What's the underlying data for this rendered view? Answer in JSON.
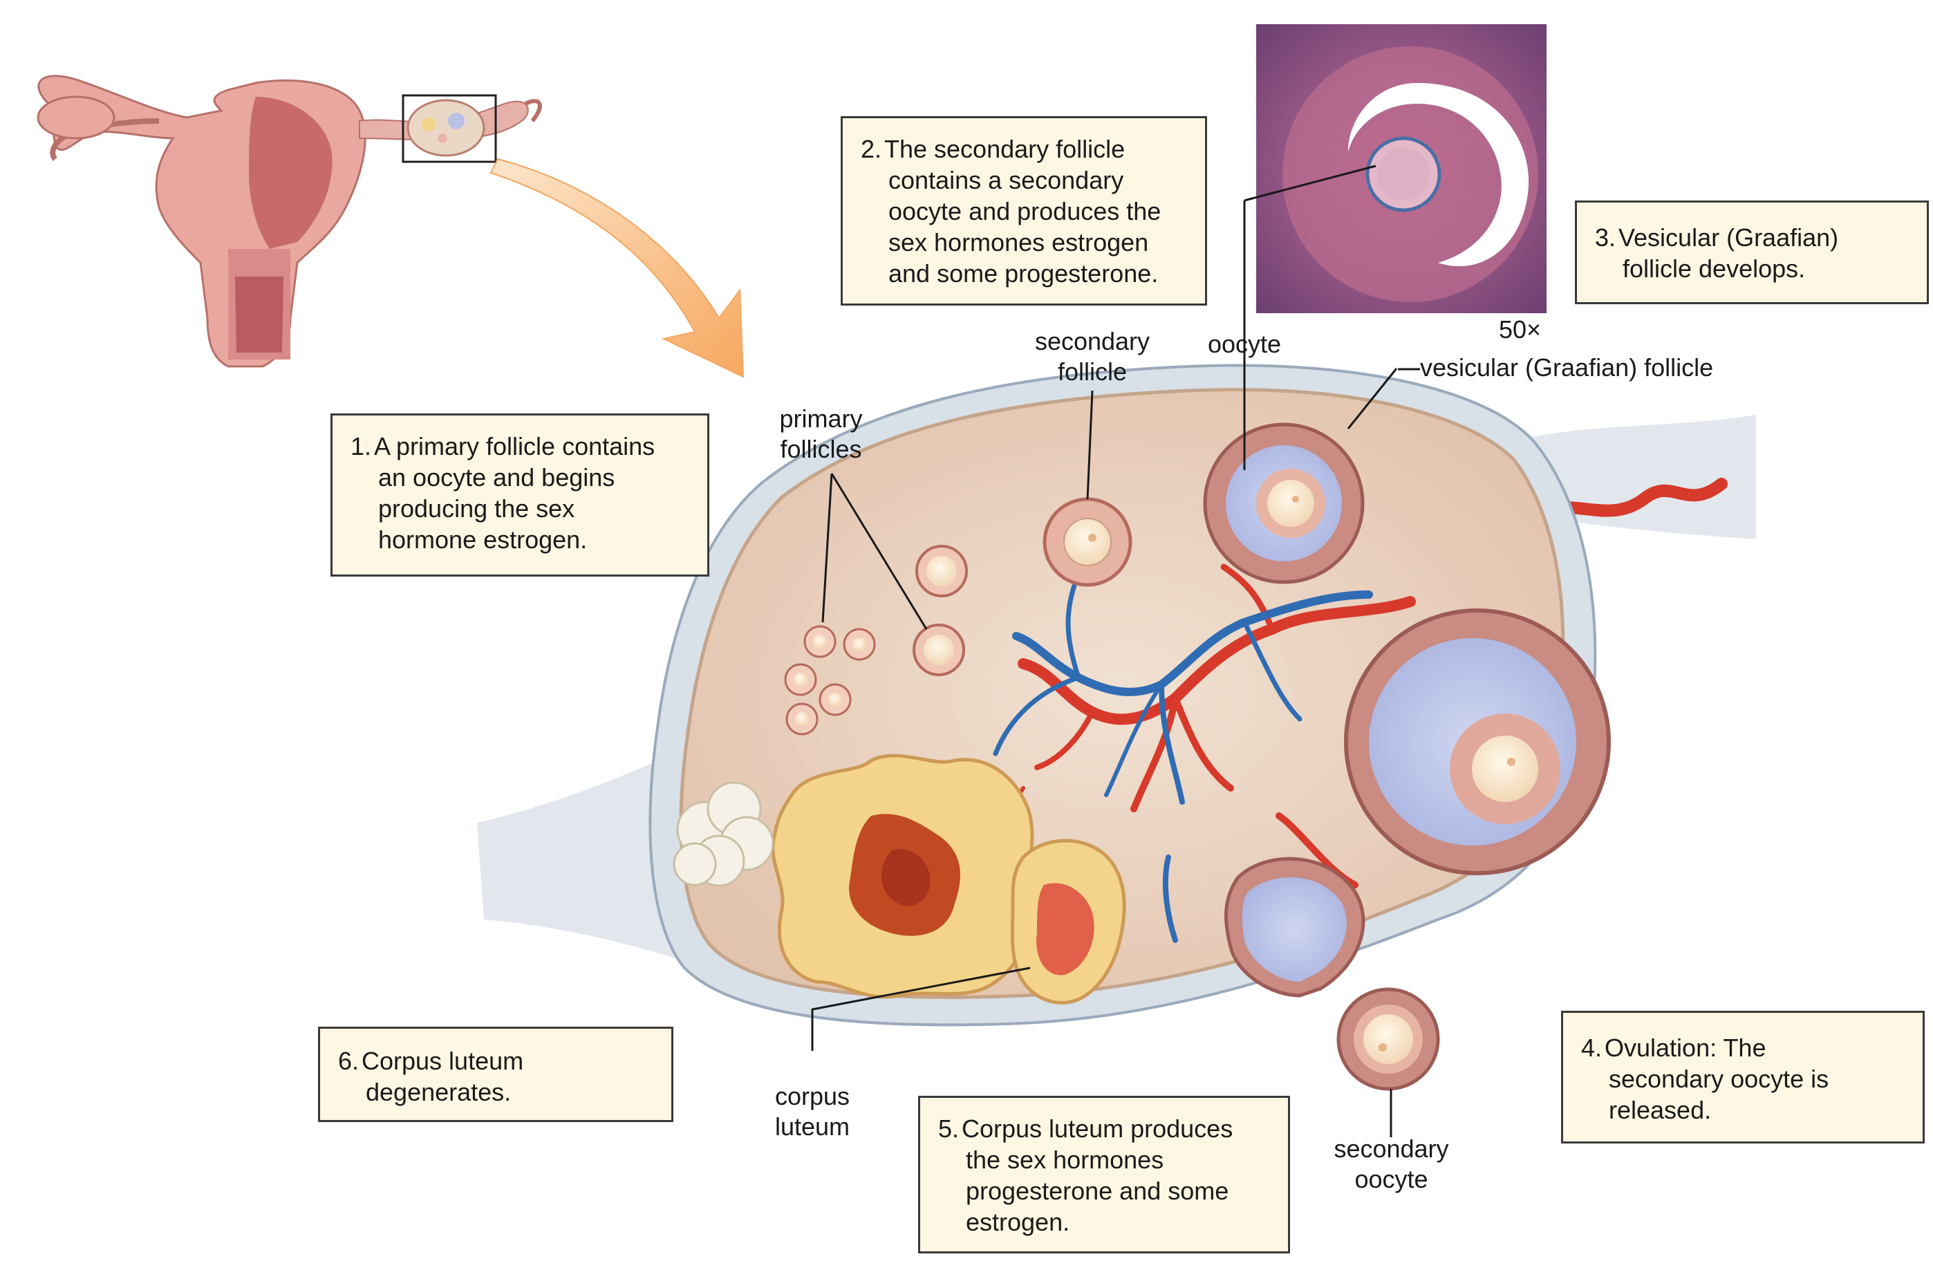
{
  "steps": [
    {
      "number": "1.",
      "lines": [
        "A primary follicle contains",
        "an oocyte and begins",
        "producing the sex",
        "hormone estrogen."
      ]
    },
    {
      "number": "2.",
      "lines": [
        "The secondary follicle",
        "contains a secondary",
        "oocyte and produces the",
        "sex hormones estrogen",
        "and some progesterone."
      ]
    },
    {
      "number": "3.",
      "lines": [
        "Vesicular (Graafian)",
        "follicle develops."
      ]
    },
    {
      "number": "4.",
      "lines": [
        "Ovulation: The",
        "secondary oocyte is",
        "released."
      ]
    },
    {
      "number": "5.",
      "lines": [
        "Corpus luteum produces",
        "the sex hormones",
        "progesterone and some",
        "estrogen."
      ]
    },
    {
      "number": "6.",
      "lines": [
        "Corpus luteum",
        "degenerates."
      ]
    }
  ],
  "labels": {
    "primary_follicles": [
      "primary",
      "follicles"
    ],
    "secondary_follicle": [
      "secondary",
      "follicle"
    ],
    "oocyte": "oocyte",
    "vesicular_follicle": "vesicular (Graafian) follicle",
    "corpus_luteum": [
      "corpus",
      "luteum"
    ],
    "secondary_oocyte": [
      "secondary",
      "oocyte"
    ]
  },
  "micrograph_magnification": "50×",
  "colors": {
    "callout_fill": "#fdf7e3",
    "ovary_tissue": "#ead7c6",
    "artery": "#d7392b",
    "vein": "#2f6cb3",
    "corpus_luteum": "#f3d48a",
    "follicle_fluid": "#b9c2e6",
    "arrow": "#f6b36f"
  }
}
